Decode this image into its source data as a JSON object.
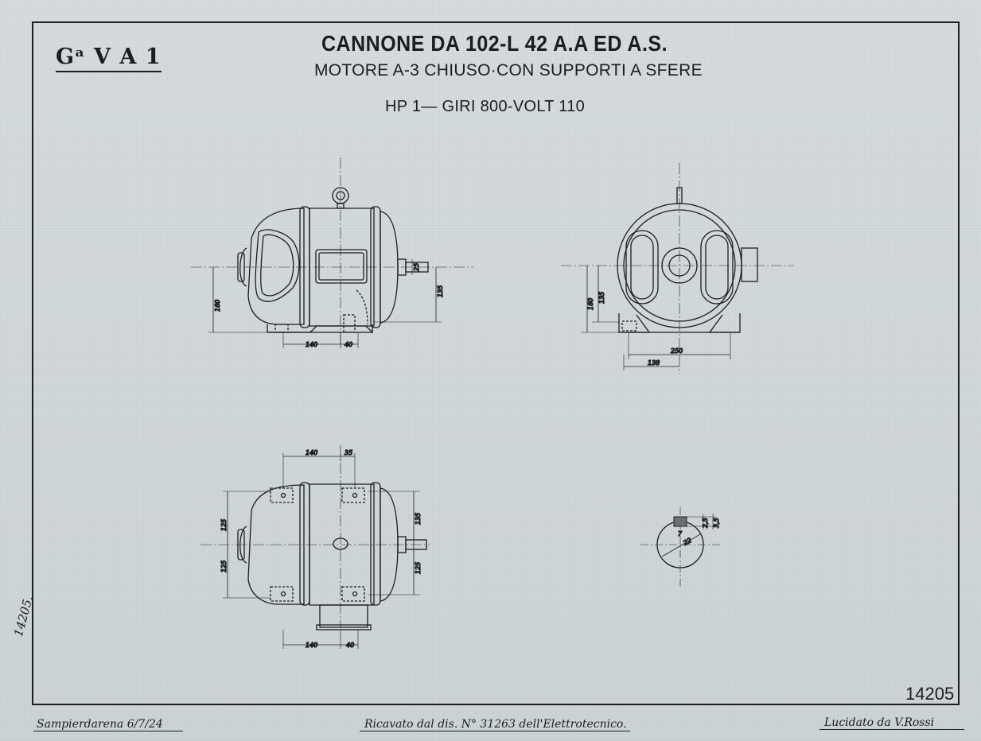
{
  "sheet": {
    "code": "Gᵃ V A 1",
    "title_line1": "CANNONE DA 102-L 42 A.A ED A.S.",
    "title_line2": "MOTORE A-3 CHIUSO·CON SUPPORTI A SFERE",
    "title_line3": "HP 1— GIRI 800-VOLT 110",
    "drawing_number": "14205",
    "margin_number": "14205."
  },
  "footer": {
    "place_date": "Sampierdarena 6/7/24",
    "source": "Ricavato dal dis. N° 31263 dell'Elettrotecnico.",
    "traced_by": "Lucidato da V.Rossi"
  },
  "dimensions": {
    "side_view": {
      "height": "160",
      "axis_height": "135",
      "shaft": "25",
      "foot_a": "140",
      "foot_b": "40"
    },
    "end_view": {
      "height": "160",
      "axis_height": "135",
      "foot_span": "250",
      "half_span": "138"
    },
    "plan_view": {
      "top_a": "140",
      "top_b": "35",
      "bottom_a": "140",
      "bottom_b": "40",
      "left_upper": "125",
      "left_lower": "125",
      "right_upper": "135",
      "right_lower": "125"
    },
    "keyway": {
      "depth": "2,5",
      "width": "3,5",
      "key": "7",
      "dia": "22"
    }
  },
  "colors": {
    "paper": "#d3d9da",
    "ink": "#1b1d1f"
  }
}
